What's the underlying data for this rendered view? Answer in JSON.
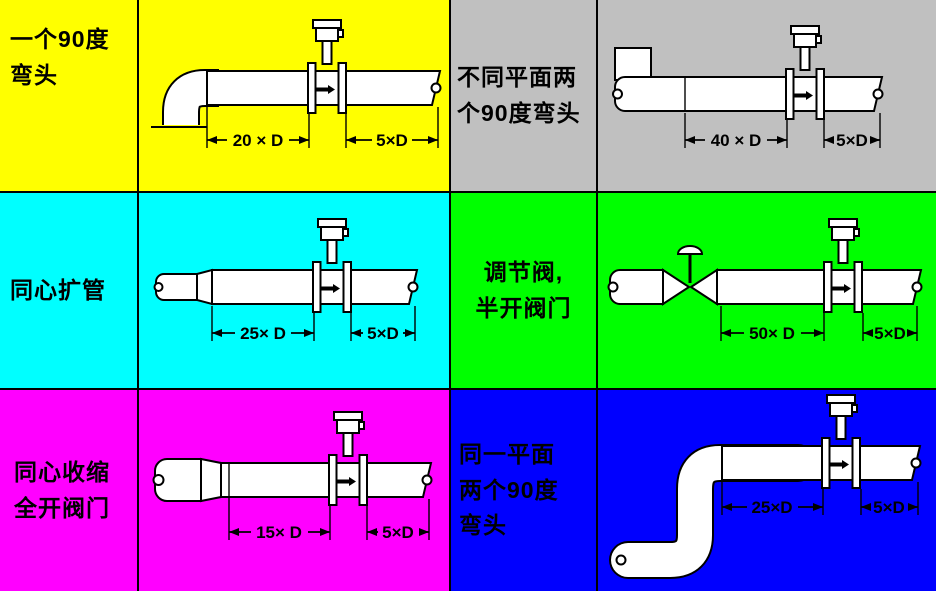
{
  "title": "Flowmeter straight-run installation requirements table",
  "colors": {
    "yellow": "#FFFF00",
    "gray": "#C0C0C0",
    "cyan": "#00FFFF",
    "green": "#00FF00",
    "magenta": "#FF00FF",
    "blue": "#0000FF",
    "text": "#000000",
    "pipe_fill": "#FFFFFF",
    "pipe_outline": "#000000"
  },
  "panels": [
    {
      "id": "one-90-elbow",
      "label_lines": [
        "一个90度",
        "弯头"
      ],
      "label_bg": "#FFFF00",
      "diagram": "single-90-degree-elbow-then-straight-run-with-flowmeter",
      "dims": {
        "upstream": "20 × D",
        "downstream": "5×D"
      }
    },
    {
      "id": "two-90-elbows-different-planes",
      "label_lines": [
        "不同平面两",
        "个90度弯头"
      ],
      "label_bg": "#C0C0C0",
      "diagram": "two-90-degree-elbows-in-different-planes-then-straight-run-with-flowmeter",
      "dims": {
        "upstream": "40 × D",
        "downstream": "5×D"
      }
    },
    {
      "id": "concentric-expander",
      "label_lines": [
        "同心扩管"
      ],
      "label_bg": "#00FFFF",
      "diagram": "concentric-pipe-expansion-then-straight-run-with-flowmeter",
      "dims": {
        "upstream": "25× D",
        "downstream": "5×D"
      }
    },
    {
      "id": "regulating-valve-half-open",
      "label_lines": [
        "调节阀,",
        "半开阀门"
      ],
      "label_bg": "#00FF00",
      "diagram": "regulating-valve-half-open-then-straight-run-with-flowmeter",
      "dims": {
        "upstream": "50× D",
        "downstream": "5×D"
      }
    },
    {
      "id": "concentric-reducer-fully-open-valve",
      "label_lines": [
        "同心收缩",
        "全开阀门"
      ],
      "label_bg": "#FF00FF",
      "diagram": "concentric-pipe-reduction-fully-open-valve-then-straight-run-with-flowmeter",
      "dims": {
        "upstream": "15× D",
        "downstream": "5×D"
      }
    },
    {
      "id": "two-90-elbows-same-plane",
      "label_lines": [
        "同一平面",
        "两个90度",
        "弯头"
      ],
      "label_bg": "#0000FF",
      "diagram": "two-90-degree-elbows-in-same-plane-s-bend-then-straight-run-with-flowmeter",
      "dims": {
        "upstream": "25×D",
        "downstream": "5×D"
      }
    }
  ]
}
